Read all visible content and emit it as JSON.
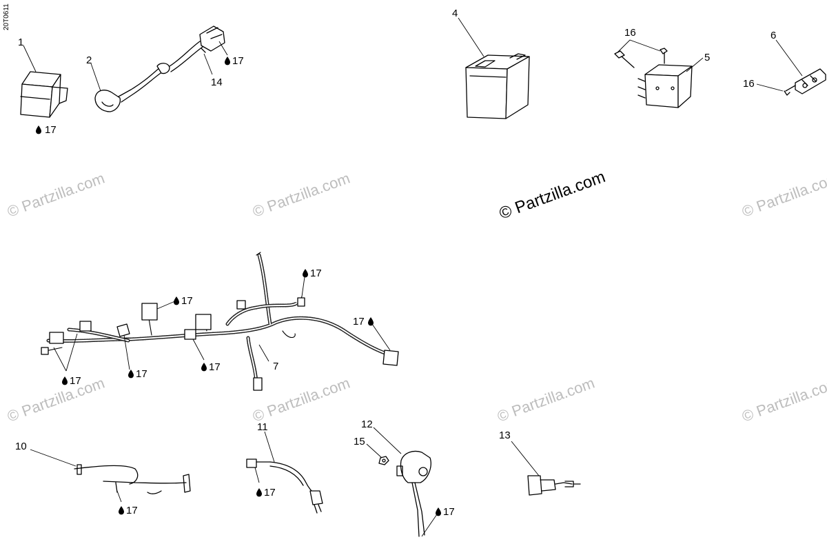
{
  "diagram": {
    "code": "20T0611",
    "watermark": "© Partzilla.com",
    "center_watermark": "© Partzilla.com",
    "callouts": {
      "c1": "1",
      "c2": "2",
      "c4": "4",
      "c5": "5",
      "c6": "6",
      "c7": "7",
      "c10": "10",
      "c11": "11",
      "c12": "12",
      "c13": "13",
      "c14": "14",
      "c15": "15",
      "c16a": "16",
      "c16b": "16"
    },
    "lube_ref": "17",
    "icons": {
      "lube": "oil-drop-icon"
    }
  }
}
